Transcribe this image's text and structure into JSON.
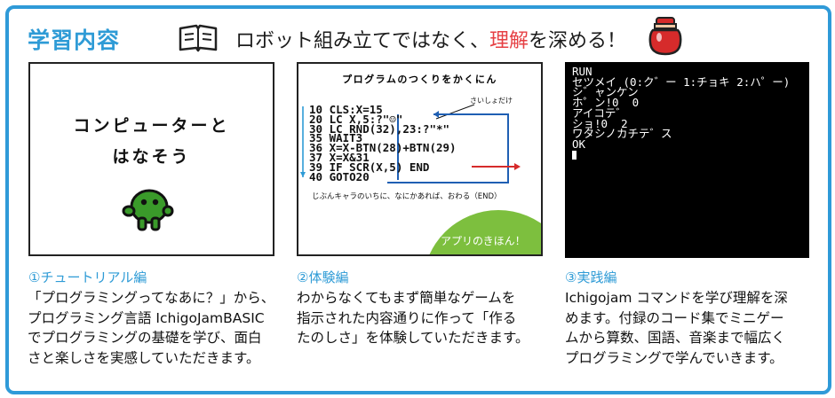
{
  "header": {
    "title": "学習内容",
    "tagline_before": "ロボット組み立てではなく、",
    "tagline_highlight": "理解",
    "tagline_after": "を深める！"
  },
  "panels": {
    "tutorial_screen": {
      "line1": "コンピューターと",
      "line2": "はなそう"
    },
    "experience_screen": {
      "title": "プログラムのつくりをかくにん",
      "note": "さいしょだけ",
      "code_lines": [
        "10 CLS:X=15",
        "20 LC X,5:?\"☺\"",
        "30 LC RND(32),23:?\"*\"",
        "35 WAIT3",
        "36 X=X-BTN(28)+BTN(29)",
        "37 X=X&31",
        "39 IF SCR(X,5) END",
        "40 GOTO20"
      ],
      "caption": "じぶんキャラのいちに、なにかあれば、おわる（END）",
      "badge": "アプリのきほん！"
    },
    "terminal_screen": {
      "lines": [
        "RUN",
        "セツメイ (0:ク゛ー 1:チョキ 2:ハ゜ー)",
        "シ゛ャンケン",
        "ホ゜ン!0  0",
        "アイコテ゛",
        "ショ!0  2",
        "ワタシノカチテ゛ス",
        "OK"
      ]
    }
  },
  "sections": [
    {
      "heading": "①チュートリアル編",
      "lines": [
        "「プログラミングってなあに？」から、",
        "プログラミング言語 IchigoJamBASIC",
        "でプログラミングの基礎を学び、面白",
        "さと楽しさを実感していただきます。"
      ]
    },
    {
      "heading": "②体験編",
      "lines": [
        "わからなくてもまず簡単なゲームを",
        "指示された内容通りに作って「作る",
        "たのしさ」を体験していただきます。"
      ]
    },
    {
      "heading": "③実践編",
      "lines": [
        "Ichigojam コマンドを学び理解を深",
        "めます。付録のコード集でミニゲー",
        "ムから算数、国語、音楽まで幅広く",
        "プログラミングで学んでいきます。"
      ]
    }
  ],
  "colors": {
    "frame": "#2f9ad8",
    "accent": "#2e9bd6",
    "highlight": "#e64044",
    "badge": "#7dbf3e",
    "mascot": "#3a9a2a"
  },
  "icons": [
    "book-icon",
    "jam-jar-icon",
    "mascot-icon"
  ]
}
